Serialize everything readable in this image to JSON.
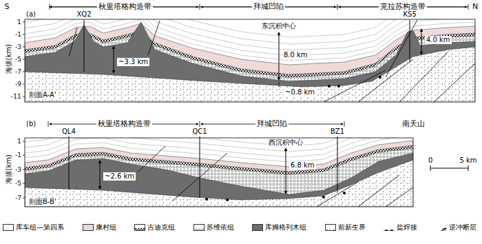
{
  "diagram": {
    "labels": [
      "S",
      "秋里塔格构造带",
      "拜城凹陷",
      "克拉苏构造带",
      "N",
      "(a)",
      "XQ2",
      "东沉积中心",
      "KS5",
      "1",
      "-1",
      "-3",
      "-5",
      "-7",
      "-9",
      "-11",
      "海拔(km)",
      "8.0 km",
      "~3.3 km",
      "4.0 km",
      "~0.8 km",
      "剖面A-A'",
      "秋里塔格构造带",
      "拜城凹陷",
      "南天山",
      "(b)",
      "QL4",
      "QC1",
      "西沉积中心",
      "BZ1",
      "1",
      "-1",
      "-3",
      "-5",
      "-7",
      "海拔(km)",
      "6.8 km",
      "~2.6 km",
      "0",
      "5 km",
      "剖面B-B'"
    ],
    "legend": [
      {
        "text": "库车组—第四系",
        "color": "#ffffff"
      },
      {
        "text": "康村组",
        "color": "#efd9d9"
      },
      {
        "text": "吉迪克组"
      },
      {
        "text": "苏维依组"
      },
      {
        "text": "库姆格列木组",
        "color": "#6d6d6d"
      },
      {
        "text": "前新生界"
      },
      {
        "text": "盐焊接"
      },
      {
        "text": "逆冲断层"
      }
    ]
  }
}
